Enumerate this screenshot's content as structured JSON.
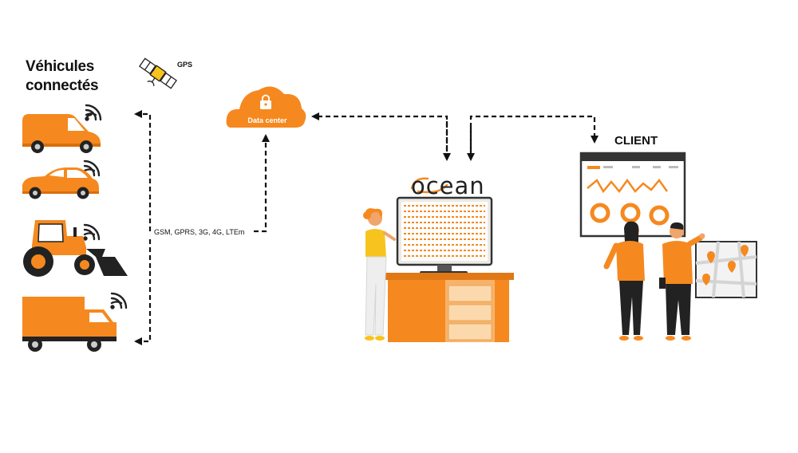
{
  "diagram": {
    "title": "Véhicules connectés",
    "gps_label": "GPS",
    "network_label": "GSM, GPRS, 3G, 4G, LTEm",
    "datacenter_label": "Data center",
    "client_label": "CLIENT",
    "brand_name": "ocean"
  },
  "colors": {
    "accent": "#f5891f",
    "accent_dark": "#d96f0c",
    "dark": "#222222",
    "yellow": "#f7c41f"
  },
  "icons": [
    "satellite-icon",
    "cloud-lock-icon",
    "wifi-signal-icon",
    "van-icon",
    "car-icon",
    "tractor-icon",
    "truck-icon",
    "workstation-icon",
    "dashboard-icon",
    "map-icon"
  ]
}
